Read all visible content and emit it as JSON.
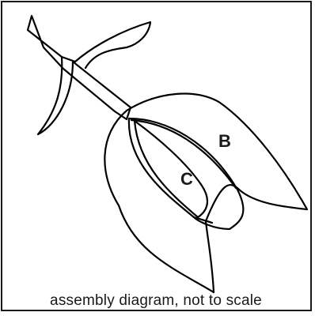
{
  "diagram": {
    "parts": [
      {
        "id": "B",
        "label": "B"
      },
      {
        "id": "C",
        "label": "C"
      }
    ],
    "caption": "assembly diagram, not to scale",
    "colors": {
      "stroke": "#000000",
      "background": "#ffffff",
      "frame": "#1a1a1a"
    }
  }
}
